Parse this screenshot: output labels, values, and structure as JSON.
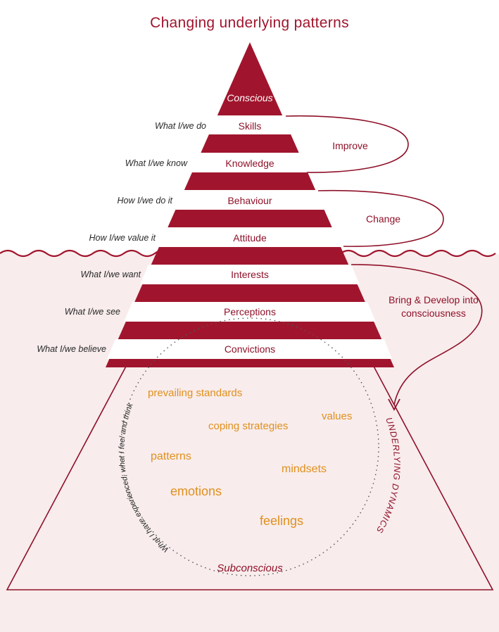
{
  "title": "Changing underlying patterns",
  "colors": {
    "primary": "#a0152d",
    "underwater": "#f8ecec",
    "keyword": "#e0901e",
    "line": "#8f1129"
  },
  "pyramid": {
    "apex_label": "Conscious",
    "bands": [
      "Skills",
      "Knowledge",
      "Behaviour",
      "Attitude",
      "Interests",
      "Perceptions",
      "Convictions"
    ],
    "left_labels": [
      "What I/we do",
      "What I/we know",
      "How I/we do it",
      "How I/we value it",
      "What I/we want",
      "What I/we see",
      "What I/we believe"
    ],
    "base_label": "Subconscious"
  },
  "callouts": {
    "improve": "Improve",
    "change": "Change",
    "develop_line1": "Bring & Develop into",
    "develop_line2": "consciousness"
  },
  "circle": {
    "left_arc": "What I have experienced; what I feel and think",
    "right_arc": "UNDERLYING DYNAMICS"
  },
  "keywords": [
    "prevailing standards",
    "values",
    "coping strategies",
    "patterns",
    "mindsets",
    "emotions",
    "feelings"
  ]
}
